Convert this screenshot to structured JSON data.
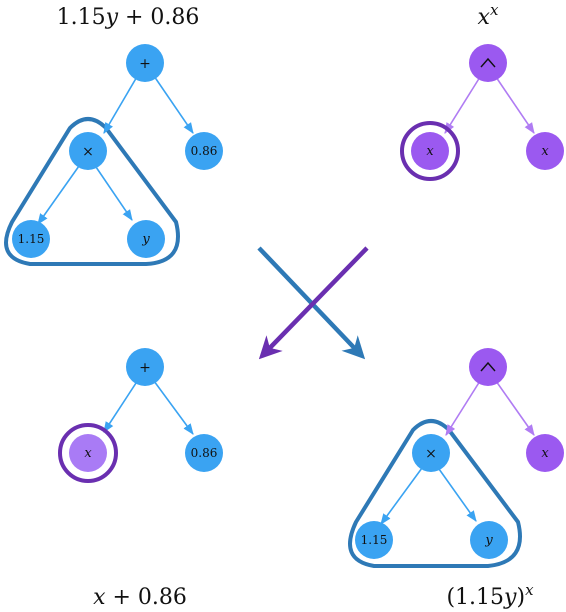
{
  "colors": {
    "blue_node": "#3AA3F2",
    "blue_edge": "#3AA3F2",
    "blue_outline": "#2E79B6",
    "purple_node": "#9B59F0",
    "purple_edge": "#B07CF3",
    "purple_outline": "#6A2FB0",
    "light_purple_node": "#A97BF5",
    "arrow_blue": "#2E79B6",
    "arrow_purple": "#6A2FB0"
  },
  "expressions": {
    "top_left": {
      "base": "1.15",
      "var": "y",
      "rest": " + 0.86"
    },
    "top_right": {
      "base": "x",
      "sup": "x"
    },
    "bottom_left": {
      "var": "x",
      "rest": " + 0.86"
    },
    "bottom_right": {
      "base": "(1.15",
      "var": "y",
      "close": ")",
      "sup": "x"
    }
  },
  "trees": {
    "top_left": {
      "root": "+",
      "mul": "×",
      "const_left": "1.15",
      "var_right": "y",
      "const_right": "0.86"
    },
    "top_right": {
      "root": "^",
      "left": "x",
      "right": "x"
    },
    "bottom_left": {
      "root": "+",
      "left": "x",
      "right": "0.86"
    },
    "bottom_right": {
      "root": "^",
      "mul": "×",
      "const_left": "1.15",
      "var_right": "y",
      "right": "x"
    }
  }
}
